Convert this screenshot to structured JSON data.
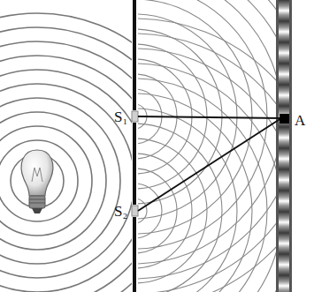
{
  "diagram": {
    "labels": [
      "S₁",
      "S₂",
      "A"
    ]
  }
}
